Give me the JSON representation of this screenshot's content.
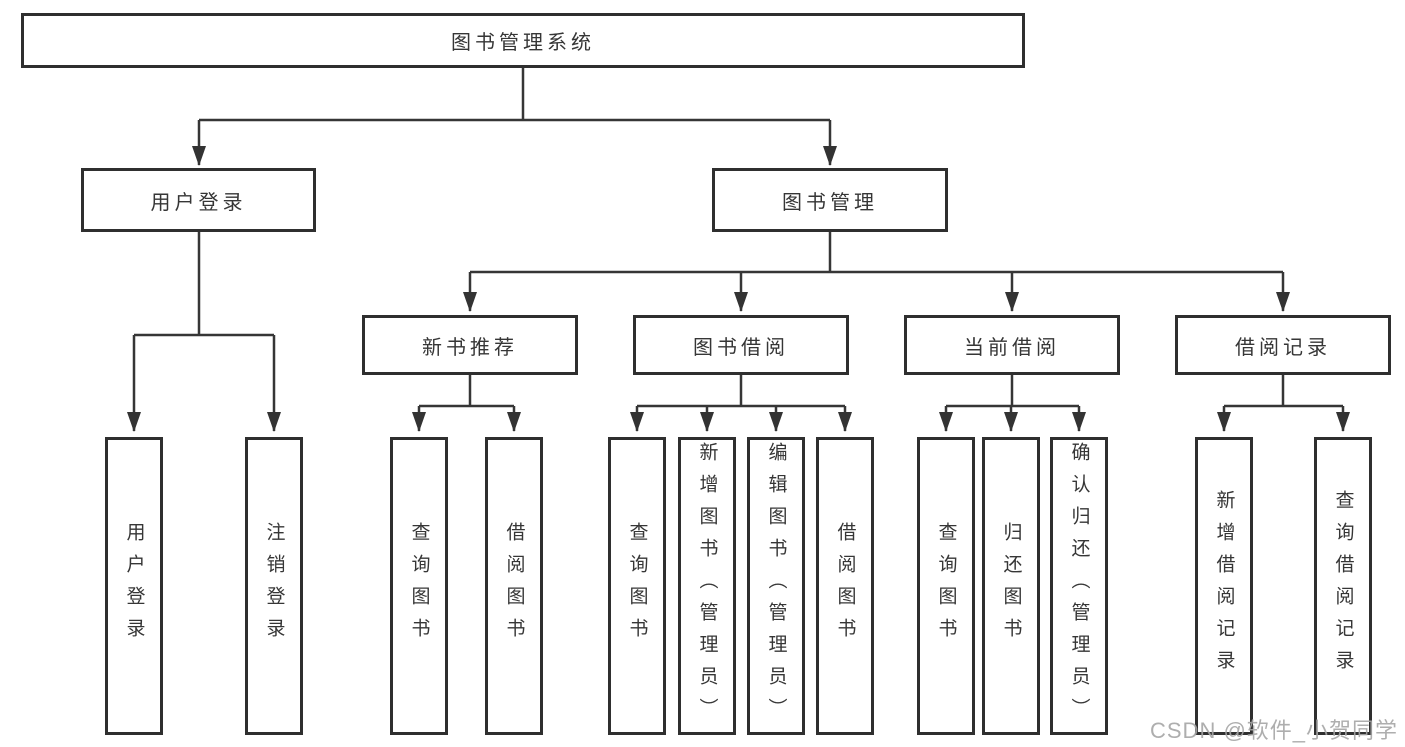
{
  "diagram": {
    "root": "图书管理系统",
    "level2": [
      "用户登录",
      "图书管理"
    ],
    "level3": [
      "新书推荐",
      "图书借阅",
      "当前借阅",
      "借阅记录"
    ],
    "leaves": {
      "user_login": [
        "用户登录",
        "注销登录"
      ],
      "new_books": [
        "查询图书",
        "借阅图书"
      ],
      "book_borrow": [
        "查询图书",
        "新增图书（管理员）",
        "编辑图书（管理员）",
        "借阅图书"
      ],
      "current_borrow": [
        "查询图书",
        "归还图书",
        "确认归还（管理员）"
      ],
      "borrow_records": [
        "新增借阅记录",
        "查询借阅记录"
      ]
    },
    "hierarchy_note": {
      "用户登录": [
        "用户登录",
        "注销登录"
      ],
      "图书管理": [
        "新书推荐",
        "图书借阅",
        "当前借阅",
        "借阅记录"
      ]
    }
  },
  "watermark": "CSDN @软件_小贺同学",
  "colors": {
    "line": "#363636",
    "box_border": "#2f2f2f",
    "box_fill": "#ffffff",
    "text": "#363636",
    "watermark": "#a5a5a5"
  }
}
